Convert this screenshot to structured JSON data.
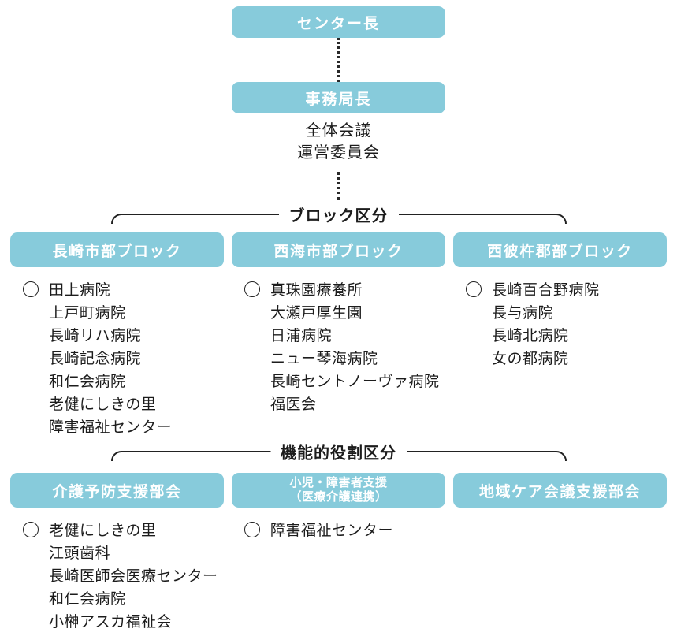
{
  "page": {
    "accent_color": "#87cbdb",
    "text_color": "#1c1c1c",
    "background": "#ffffff"
  },
  "top": {
    "director": "センター長",
    "secretary": "事務局長",
    "meetings": [
      "全体会議",
      "運営委員会"
    ]
  },
  "sections": [
    {
      "label": "ブロック区分",
      "columns": [
        {
          "header": "長崎市部ブロック",
          "items": [
            "田上病院",
            "上戸町病院",
            "長崎リハ病院",
            "長崎記念病院",
            "和仁会病院",
            "老健にしきの里",
            "障害福祉センター"
          ]
        },
        {
          "header": "西海市部ブロック",
          "items": [
            "真珠園療養所",
            "大瀬戸厚生園",
            "日浦病院",
            "ニュー琴海病院",
            "長崎セントノーヴァ病院",
            "福医会"
          ]
        },
        {
          "header": "西彼杵郡部ブロック",
          "items": [
            "長崎百合野病院",
            "長与病院",
            "長崎北病院",
            "女の都病院"
          ]
        }
      ]
    },
    {
      "label": "機能的役割区分",
      "columns": [
        {
          "header": "介護予防支援部会",
          "items": [
            "老健にしきの里",
            "江頭歯科",
            "長崎医師会医療センター",
            "和仁会病院",
            "小榊アスカ福祉会"
          ]
        },
        {
          "header": "小児・障害者支援\n（医療介護連携）",
          "items": [
            "障害福祉センター"
          ]
        },
        {
          "header": "地域ケア会議支援部会",
          "items": []
        }
      ]
    }
  ]
}
